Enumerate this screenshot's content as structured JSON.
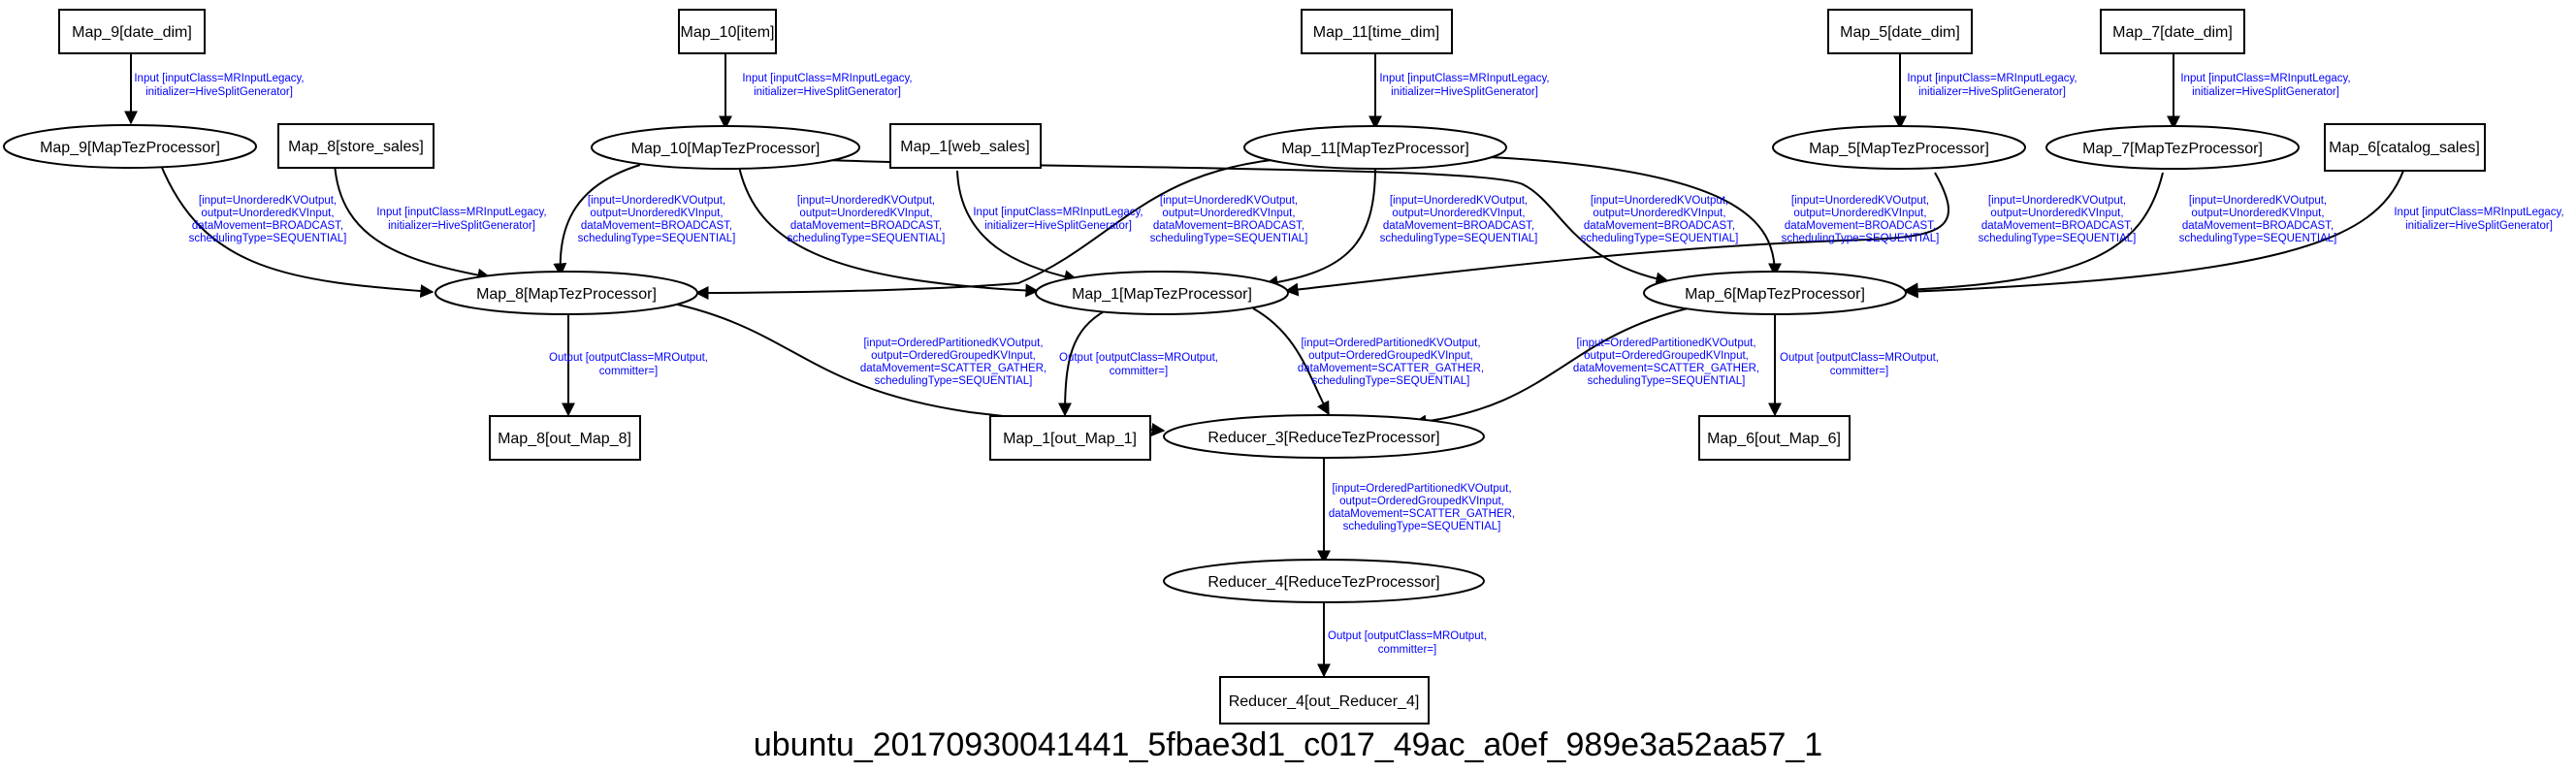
{
  "title": "ubuntu_20170930041441_5fbae3d1_c017_49ac_a0ef_989e3a52aa57_1",
  "colors": {
    "label": "#0000ff",
    "stroke": "#000000",
    "background": "#ffffff"
  },
  "nodes": {
    "map9_date_dim": "Map_9[date_dim]",
    "map10_item": "Map_10[item]",
    "map11_time_dim": "Map_11[time_dim]",
    "map5_date_dim": "Map_5[date_dim]",
    "map7_date_dim": "Map_7[date_dim]",
    "map9_proc": "Map_9[MapTezProcessor]",
    "map8_store_sales": "Map_8[store_sales]",
    "map10_proc": "Map_10[MapTezProcessor]",
    "map1_web_sales": "Map_1[web_sales]",
    "map11_proc": "Map_11[MapTezProcessor]",
    "map5_proc": "Map_5[MapTezProcessor]",
    "map7_proc": "Map_7[MapTezProcessor]",
    "map6_catalog_sales": "Map_6[catalog_sales]",
    "map8_proc": "Map_8[MapTezProcessor]",
    "map1_proc": "Map_1[MapTezProcessor]",
    "map6_proc": "Map_6[MapTezProcessor]",
    "map8_out": "Map_8[out_Map_8]",
    "map1_out": "Map_1[out_Map_1]",
    "reducer3_proc": "Reducer_3[ReduceTezProcessor]",
    "map6_out": "Map_6[out_Map_6]",
    "reducer4_proc": "Reducer_4[ReduceTezProcessor]",
    "reducer4_out": "Reducer_4[out_Reducer_4]"
  },
  "edge_labels": {
    "input_legacy": [
      "Input [inputClass=MRInputLegacy,",
      "initializer=HiveSplitGenerator]"
    ],
    "broadcast": [
      "[input=UnorderedKVOutput,",
      "output=UnorderedKVInput,",
      "dataMovement=BROADCAST,",
      "schedulingType=SEQUENTIAL]"
    ],
    "scatter_gather": [
      "[input=OrderedPartitionedKVOutput,",
      "output=OrderedGroupedKVInput,",
      "dataMovement=SCATTER_GATHER,",
      "schedulingType=SEQUENTIAL]"
    ],
    "output": [
      "Output [outputClass=MROutput,",
      "committer=]"
    ]
  }
}
